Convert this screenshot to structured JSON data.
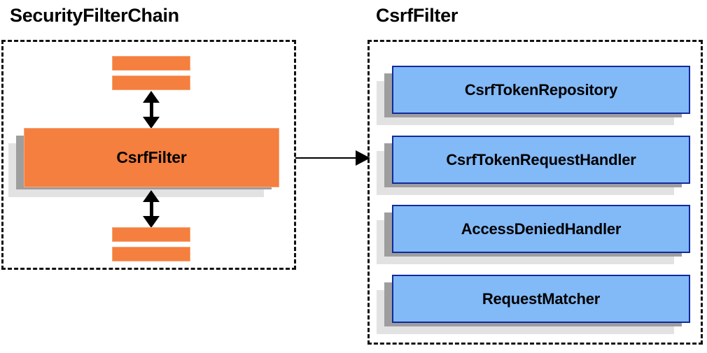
{
  "diagram": {
    "type": "component-relationship-diagram",
    "colors": {
      "orange_fill": "#f57f3e",
      "orange_border": "#f7a878",
      "blue_fill": "#82b9f7",
      "blue_border": "#12299c",
      "shadow_dark": "#9e9e9e",
      "shadow_light": "#e2e2e2",
      "outline_dashed": "#111111",
      "text": "#000000"
    }
  },
  "panels": [
    {
      "id": "security-filter-chain",
      "title": "SecurityFilterChain",
      "items": [
        {
          "id": "filter-bar-1",
          "label": "",
          "style": "orange-bar"
        },
        {
          "id": "filter-bar-2",
          "label": "",
          "style": "orange-bar"
        },
        {
          "id": "csrf-filter",
          "label": "CsrfFilter",
          "style": "orange-card"
        },
        {
          "id": "filter-bar-3",
          "label": "",
          "style": "orange-bar"
        },
        {
          "id": "filter-bar-4",
          "label": "",
          "style": "orange-bar"
        }
      ]
    },
    {
      "id": "csrf-filter-detail",
      "title": "CsrfFilter",
      "items": [
        {
          "id": "csrf-token-repository",
          "label": "CsrfTokenRepository",
          "style": "blue-card"
        },
        {
          "id": "csrf-token-request-handler",
          "label": "CsrfTokenRequestHandler",
          "style": "blue-card"
        },
        {
          "id": "access-denied-handler",
          "label": "AccessDeniedHandler",
          "style": "blue-card"
        },
        {
          "id": "request-matcher",
          "label": "RequestMatcher",
          "style": "blue-card"
        }
      ]
    }
  ],
  "connectors": [
    {
      "id": "chain-up",
      "kind": "double-arrow-vertical",
      "from": "csrf-filter",
      "to": "filter-bar-2"
    },
    {
      "id": "chain-down",
      "kind": "double-arrow-vertical",
      "from": "csrf-filter",
      "to": "filter-bar-3"
    },
    {
      "id": "expand",
      "kind": "arrow-right",
      "from": "security-filter-chain",
      "to": "csrf-filter-detail"
    }
  ]
}
